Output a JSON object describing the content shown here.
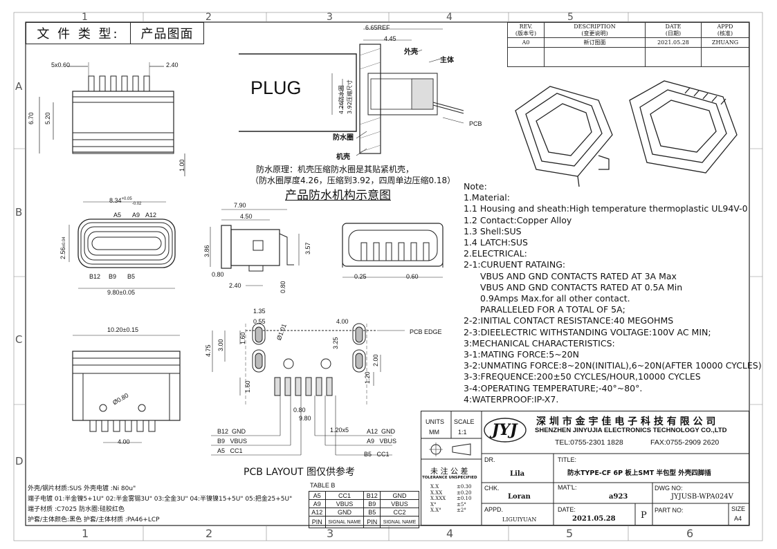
{
  "grid": {
    "cols": [
      "1",
      "2",
      "3",
      "4",
      "5",
      "6"
    ],
    "rows": [
      "A",
      "B",
      "C",
      "D"
    ]
  },
  "header": {
    "doc_type_label": "文 件 类 型:",
    "doc_type_value": "产品图面"
  },
  "revision": {
    "headers": [
      "REV.\n(版本号)",
      "DESCRIPTION\n(变更说明)",
      "DATE\n(日期)",
      "APPD\n(核准)"
    ],
    "rev_h": "REV.",
    "rev_h_cn": "(版本号)",
    "desc_h": "DESCRIPTION",
    "desc_h_cn": "(变更说明)",
    "date_h": "DATE",
    "date_h_cn": "(日期)",
    "appd_h": "APPD",
    "appd_h_cn": "(核准)",
    "rev": "A0",
    "desc": "新订图面",
    "date": "2021.05.28",
    "appd": "ZHUANG"
  },
  "top_view": {
    "dim_pins": "5x0.60",
    "dim_pitch": "2.40",
    "dim_h1": "6.70",
    "dim_h2": "5.20",
    "dim_h3": "1.00"
  },
  "cross_section": {
    "plug": "PLUG",
    "dim_ref": "6.65REF",
    "dim_445": "4.45",
    "dim_426": "4.26防水圈",
    "dim_392": "3.92压缩尺寸",
    "label_shell": "外壳",
    "label_body": "主体",
    "label_pcb": "PCB",
    "label_ring": "防水圈",
    "label_case": "机壳",
    "principle1": "防水原理：机壳压缩防水圈是其贴紧机壳，",
    "principle2": "（防水圈厚度4.26，压缩到3.92，四周单边压缩0.18）",
    "title": "产品防水机构示意图"
  },
  "front_view": {
    "dim_w": "8.34",
    "dim_w_tol_top": "+0.05",
    "dim_w_tol_bot": "-0.02",
    "dim_h": "2.56",
    "dim_h_tol": "±0.04",
    "pin_a5": "A5",
    "pin_a9": "A9",
    "pin_a12": "A12",
    "pin_b12": "B12",
    "pin_b9": "B9",
    "pin_b5": "B5",
    "dim_bottom": "9.80±0.05"
  },
  "side_view": {
    "dim_790": "7.90",
    "dim_450": "4.50",
    "dim_386": "3.86",
    "dim_357": "3.57",
    "dim_080a": "0.80",
    "dim_240": "2.40",
    "dim_080b": "0.80"
  },
  "rear_view": {
    "dim_025": "0.25",
    "dim_060": "0.60"
  },
  "bottom_view": {
    "dim_w": "10.20±0.15",
    "dim_hole": "Ø0.80",
    "dim_400": "4.00"
  },
  "pcb_layout": {
    "dim_135": "1.35",
    "dim_055": "0.55",
    "dim_400": "4.00",
    "edge": "PCB EDGE",
    "dim_475": "4.75",
    "dim_300": "3.00",
    "dim_160a": "1.60",
    "dim_hole": "Ø1.01",
    "dim_325": "3.25",
    "dim_200": "2.00",
    "dim_120": "1.20",
    "dim_160b": "1.60",
    "dim_080": "0.80",
    "dim_980": "9.80",
    "dim_120x5": "1.20x5",
    "l_b12": "B12  GND",
    "l_b9": "B9   VBUS",
    "l_a5": "A5   CC1",
    "r_a12": "A12  GND",
    "r_a9": "A9   VBUS",
    "r_b5": "B5   CC1",
    "caption": "PCB LAYOUT 图仅供参考"
  },
  "notes": [
    "Note:",
    "1.Material:",
    "1.1  Housing and sheath:High temperature thermoplastic UL94V-0",
    "1.2  Contact:Copper Alloy",
    "1.3  Shell:SUS",
    "1.4  LATCH:SUS",
    "2.ELECTRICAL:",
    "2-1:CURUENT RATAING:",
    "     VBUS AND GND CONTACTS RATED AT 3A Max",
    "     VBUS AND GND CONTACTS RATED AT 0.5A Min",
    "     0.9Amps Max.for all other contact.",
    "     PARALLELED FOR A TOTAL OF 5A;",
    "2-2:INITIAL CONTACT RESISTANCE:40 MEGOHMS",
    "2-3:DIEELECTRIC WITHSTANDING VOLTAGE:100V AC MIN;",
    "3:MECHANICAL CHARACTERISTICS:",
    "3-1:MATING FORCE:5~20N",
    "3-2:UNMATING FORCE:8~20N(INITIAL),6~20N(AFTER 10000 CYCLES)",
    "3-3:FREQUENCE:200±50 CYCLES/HOUR,10000 CYCLES",
    "3-4:OPERATING TEMPERATURE;-40°~80°.",
    "4:WATERPROOF:IP-X7."
  ],
  "materials": [
    "外壳/钢片材质:SUS    外壳电镀 :Ni 80u\"",
    "端子电镀  01:半金镍5+1U\" 02:半金雾锡3U\" 03:全金3U\" 04:半镍镍15+5U\" 05:把金25+5U\"",
    "端子材质 :C7025          防水圈:硅胶红色",
    "护套/主体颜色:黑色   护套/主体材质 :PA46+LCP"
  ],
  "table_b": {
    "title": "TABLE B",
    "rows": [
      [
        "A5",
        "CC1",
        "B12",
        "GND"
      ],
      [
        "A9",
        "VBUS",
        "B9",
        "VBUS"
      ],
      [
        "A12",
        "GND",
        "B5",
        "CC2"
      ],
      [
        "PIN",
        "SIGNAL NAME",
        "PIN",
        "SIGNAL NAME"
      ]
    ]
  },
  "title_block": {
    "units_label": "UNITS",
    "units_value": "MM",
    "scale_label": "SCALE",
    "scale_value": "1:1",
    "logo": "JYJ",
    "company_cn": "深 圳 市 金 宇 佳 电 子 科 技 有 限 公 司",
    "company_en": "SHENZHEN JINYUJIA ELECTRONICS TECHNOLOGY CO.,LTD",
    "tel": "TEL:0755-2301 1828",
    "fax": "FAX:0755-2909 2620",
    "tol_cn": "未 注 公 差",
    "tol_en": "TOLERANCE UNSPECIFIED",
    "tol_rows": [
      [
        "X.X",
        "±0.30"
      ],
      [
        "X.XX",
        "±0.20"
      ],
      [
        "X.XXX",
        "±0.10"
      ],
      [
        "X°",
        "±5°"
      ],
      [
        "X.X°",
        "±2°"
      ]
    ],
    "dr_label": "DR.",
    "dr_value": "Lila",
    "title_label": "TITLE:",
    "title_value": "防水TYPE-CF 6P 板上SMT 半包型 外壳四脚插",
    "chk_label": "CHK.",
    "chk_value": "Loran",
    "mat_label": "MAT'L:",
    "mat_value": "a923",
    "dwg_label": "DWG NO:",
    "dwg_value": "JYJUSB-WPA024V",
    "appd_label": "APPD.",
    "appd_value": "LIGUIYUAN",
    "date_label": "DATE:",
    "date_value": "2021.05.28",
    "p_value": "P",
    "part_label": "PART NO:",
    "size_label": "SIZE",
    "size_value": "A4"
  }
}
